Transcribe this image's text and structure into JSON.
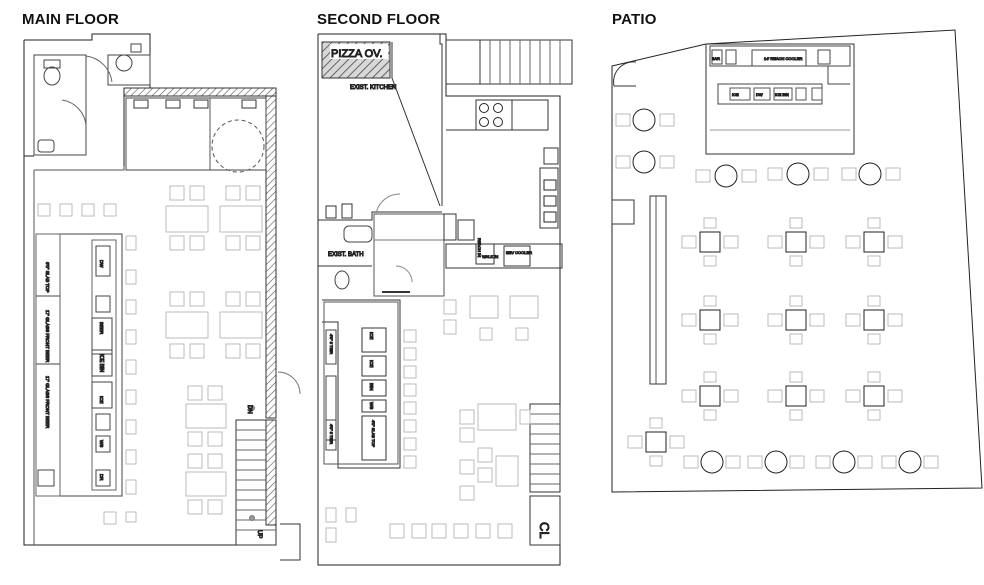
{
  "floors": {
    "main": {
      "title": "MAIN FLOOR",
      "labels": {
        "slab1": "6'0\" SLAB TOP",
        "slab2": "17' GLASS FRONT BEER",
        "slab3": "17' GLASS FRONT BEER",
        "dw": "DW",
        "ice": "ICE BIN",
        "dr": "DR",
        "ice2": "ICE",
        "ws": "WS",
        "beer": "BEER",
        "up": "UP",
        "dn": "DN"
      }
    },
    "second": {
      "title": "SECOND FLOOR",
      "pizza": "PIZZA OV.",
      "kitchen": "EXIST. KITCHEN",
      "bath": "EXIST. BATH",
      "cl": "CL",
      "labels": {
        "ice_a": "ICE",
        "ice_b": "ICE",
        "bin": "BIN",
        "ws": "WS",
        "top1": "4'0\" SLAB TOP",
        "top2": "4'0\" 3 TIER",
        "top3": "4'0\" 3 TIER",
        "reach": "REACH IN",
        "bev": "BEV COOLER",
        "walk": "WALK IN"
      }
    },
    "patio": {
      "title": "PATIO",
      "labels": {
        "cooler": "14' REACH COOLER",
        "ice": "ICE",
        "dw": "DW",
        "ice2": "ICE BIN",
        "bar": "BAR"
      }
    }
  }
}
